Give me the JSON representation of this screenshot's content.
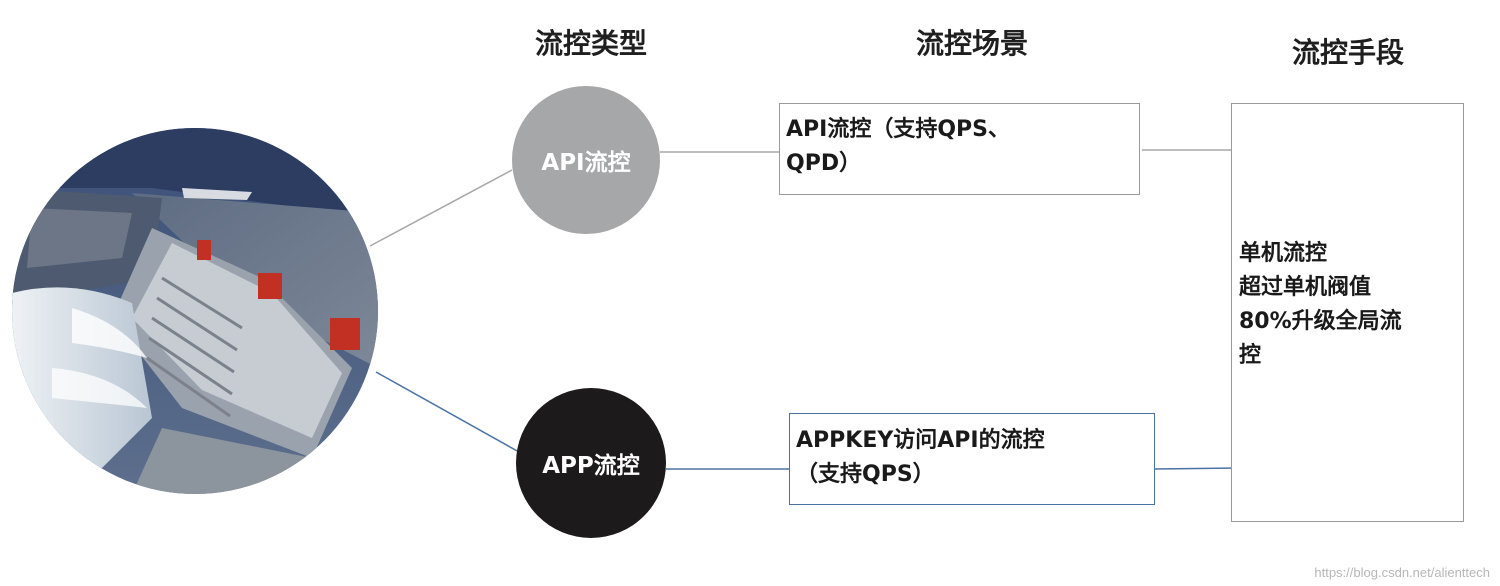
{
  "headers": {
    "type": "流控类型",
    "scene": "流控场景",
    "means": "流控手段"
  },
  "types": {
    "api": {
      "label": "API流控",
      "color": "#a6a7a9"
    },
    "app": {
      "label": "APP流控",
      "color": "#1c1a1a"
    }
  },
  "scenes": {
    "api": {
      "line1": "API流控（支持QPS、",
      "line2": "QPD）"
    },
    "app": {
      "line1": "APPKEY访问API的流控",
      "line2": "（支持QPS）"
    }
  },
  "means": {
    "lines": [
      "单机流控",
      "超过单机阀值",
      "80%升级全局流",
      "控"
    ]
  },
  "watermark": "https://blog.csdn.net/alienttech",
  "colors": {
    "gray_connector": "#a8a8a8",
    "blue_connector": "#4a72a4"
  }
}
